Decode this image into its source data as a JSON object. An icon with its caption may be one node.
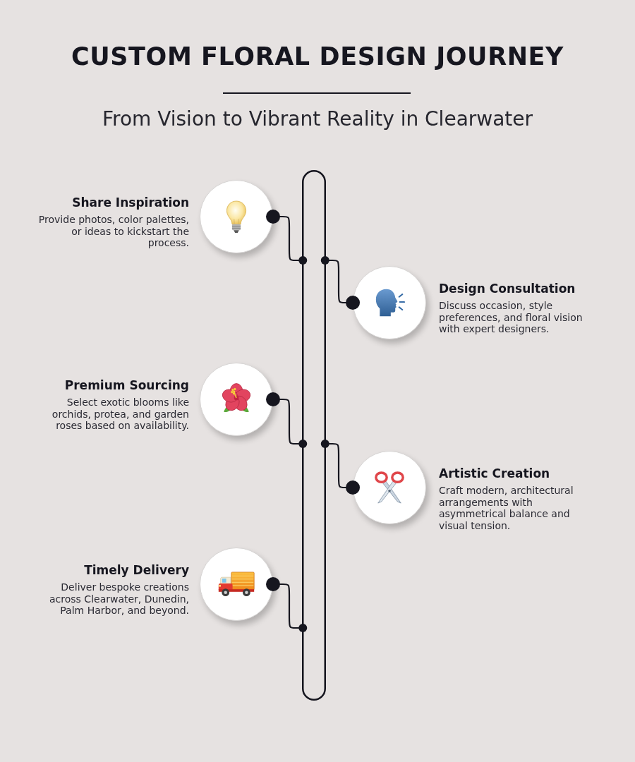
{
  "diagram": {
    "title": "CUSTOM FLORAL DESIGN JOURNEY",
    "nodes": [
      {
        "text": [
          "Share Inspiration",
          "Provide photos, color palettes, or ideas to kickstart the process."
        ]
      },
      {
        "text": [
          "Design Consultation",
          "Discuss occasion, style preferences, and floral vision with expert designers."
        ]
      },
      {
        "text": [
          "Premium Sourcing",
          "Select exotic blooms like orchids, protea, and garden roses based on availability."
        ]
      },
      {
        "text": [
          "Artistic Creation",
          "Craft modern, architectural arrangements with asymmetrical balance and visual tension."
        ]
      },
      {
        "text": [
          "Timely Delivery",
          "Deliver bespoke creations across Clearwater, Dunedin, Palm Harbor, and beyond."
        ]
      },
      {
        "text": [],
        "shape": "capsule"
      }
    ],
    "edges": [
      {
        "from": 0,
        "to": 5,
        "arrow": "other"
      },
      {
        "from": 1,
        "to": 5,
        "arrow": "other"
      },
      {
        "from": 2,
        "to": 5,
        "arrow": "other"
      },
      {
        "from": 3,
        "to": 5,
        "arrow": "other"
      },
      {
        "from": 4,
        "to": 5,
        "arrow": "other"
      }
    ],
    "labels": [
      "From Vision to Vibrant Reality in Clearwater"
    ]
  }
}
